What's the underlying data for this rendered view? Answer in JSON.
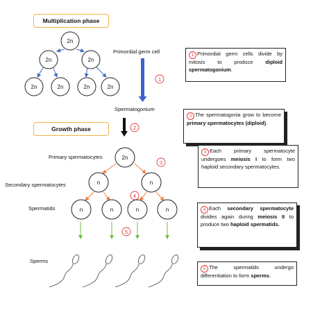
{
  "phases": {
    "multiplication": "Multiplication phase",
    "growth": "Growth phase"
  },
  "cells": {
    "diploid": "2n",
    "haploid": "n"
  },
  "labels": {
    "primordial_germ_cell": "Primordial germ cell",
    "spermatogonium": "Spermatogonium",
    "primary_spermatocytes": "Primary spermatocytes",
    "secondary_spermatocytes": "Secondary spermatocytes",
    "spermatids": "Spermatids",
    "sperms": "Sperms"
  },
  "step_markers": [
    "1",
    "2",
    "3",
    "4",
    "5"
  ],
  "callouts": [
    {
      "num": "1",
      "parts": [
        {
          "t": "Primordial germ cells divide by mitosis to produce ",
          "b": false
        },
        {
          "t": "diploid spermatogonium",
          "b": true
        },
        {
          "t": ".",
          "b": false
        }
      ]
    },
    {
      "num": "2",
      "parts": [
        {
          "t": "The spermatogonia grow to become ",
          "b": false
        },
        {
          "t": "primary spermatocytes (diploid)",
          "b": true
        },
        {
          "t": ".",
          "b": false
        }
      ]
    },
    {
      "num": "3",
      "parts": [
        {
          "t": "Each primary spermatocyte undergoes ",
          "b": false
        },
        {
          "t": "meiosis I",
          "b": true
        },
        {
          "t": " to form two haploid secondary spermatocytes.",
          "b": false
        }
      ]
    },
    {
      "num": "4",
      "parts": [
        {
          "t": "Each ",
          "b": false
        },
        {
          "t": "secondary spermatocyte",
          "b": true
        },
        {
          "t": " divides again during ",
          "b": false
        },
        {
          "t": "meiosis II",
          "b": true
        },
        {
          "t": " to produce two ",
          "b": false
        },
        {
          "t": "haploid spermatids.",
          "b": true
        }
      ]
    },
    {
      "num": "5",
      "parts": [
        {
          "t": "The spermatids undergo differentiation to form ",
          "b": false
        },
        {
          "t": "sperms",
          "b": true
        },
        {
          "t": ".",
          "b": false
        }
      ]
    }
  ],
  "colors": {
    "phase_border": "#f0b24a",
    "mitosis_arrow": "#3a6fc4",
    "meiosis_arrow": "#ef7d3a",
    "differentiation_arrow": "#6abf45",
    "step_marker": "#e23b3b",
    "big_arrow_blue": "#3b62c9",
    "big_arrow_black": "#111111"
  }
}
